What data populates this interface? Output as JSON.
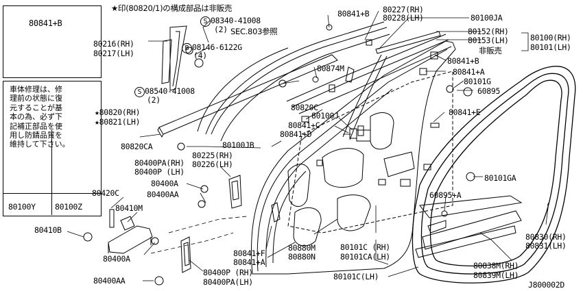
{
  "diagram_id": "J800002D",
  "header_note": "★印(80820/1)の構成部品は非販売",
  "left_panel": {
    "top_part": "80841+B",
    "repair_note": "車体修理は、修\n理前の状態に復\n元することが基\n本の為、必ず下\n記補正部品を使\n用し防錆品質を\n維持して下さい。",
    "item_a": "80100Y",
    "item_b": "80100Z"
  },
  "labels": {
    "p80216": "80216(RH)",
    "p80217": "80217(LH)",
    "p08340": "08340-41008",
    "p08340q": "(2)",
    "sec803": "SEC.803参照",
    "p08146": "08146-6122G",
    "p08146q": "(4)",
    "p08540": "08540-41008",
    "p08540q": "(2)",
    "p80841b_top": "80841+B",
    "p80227": "80227(RH)",
    "p80228": "80228(LH)",
    "p80100ja": "80100JA",
    "p80152": "80152(RH)",
    "p80153": "80153(LH)",
    "p80100rh": "80100(RH)",
    "p80101lh": "80101(LH)",
    "not_sold": "非販売",
    "p80841b_r": "80841+B",
    "p80874m": "80874M",
    "p80841a_r": "80841+A",
    "p80101g": "80101G",
    "p60895": "60895",
    "p80820c": "80820C",
    "p80100j": "80100J",
    "p80841c": "80841+C",
    "p80841e": "80841+E",
    "p80841d": "80841+D",
    "p80820rh": "★80820(RH)",
    "p80821lh": "★80821(LH)",
    "p80100jb": "80100JB",
    "p80820ca": "80820CA",
    "p80225": "80225(RH)",
    "p80226": "80226(LH)",
    "p80400pa": "80400PA(RH)",
    "p80400p": "80400P  (LH)",
    "p80400a_top": "80400A",
    "p80400aa_top": "80400AA",
    "p80101ga": "80101GA",
    "p80420c": "80420C",
    "p80410m": "80410M",
    "p60895a": "60895+A",
    "p80410b": "80410B",
    "p80400a_bot": "80400A",
    "p80880m": "80880M",
    "p80880n": "80880N",
    "p80101c_rh": "80101C (RH)",
    "p80101ca_lh": "80101CA(LH)",
    "p80841f": "80841+F",
    "p80841a_b": "80841+A",
    "p80830": "80830(RH)",
    "p80831": "80831(LH)",
    "p80838m": "80838M(RH)",
    "p80839m": "80839M(LH)",
    "p80400aa_bot": "80400AA",
    "p80400p_bot": "80400P (RH)",
    "p80400pa_bot": "80400PA(LH)",
    "p80101c_lh": "80101C(LH)",
    "sym_s": "S",
    "sym_b": "B"
  }
}
